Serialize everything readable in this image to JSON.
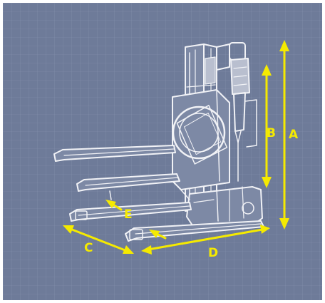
{
  "colors": {
    "background": "#6e7b99",
    "grid": "#8592ae",
    "drawing": "#f1f2f6",
    "drawing_shade": "#b9bfcf",
    "dimension": "#f5ea00"
  },
  "dimensions": {
    "a": "A",
    "b": "B",
    "c": "C",
    "d": "D",
    "e": "E"
  }
}
